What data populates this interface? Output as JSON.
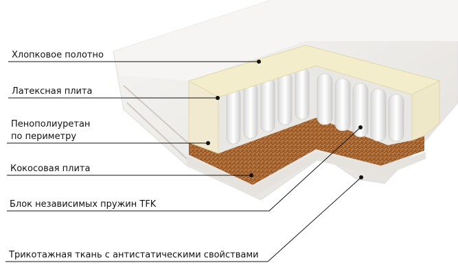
{
  "title": "Mattress layers cross-section",
  "labels": {
    "cotton": "Хлопковое полотно",
    "latex": "Латексная плита",
    "foam_line1": "Пенополиуретан",
    "foam_line2": "по периметру",
    "coconut": "Кокосовая плита",
    "springs": "Блок независимых пружин TFK",
    "knit": "Трикотажная ткань с антистатическими свойствами"
  },
  "colors": {
    "cover": "#f1efec",
    "latex": "#f3edcc",
    "coconut": "#9a5a2a",
    "spring": "#fafafa",
    "line": "#111111"
  }
}
